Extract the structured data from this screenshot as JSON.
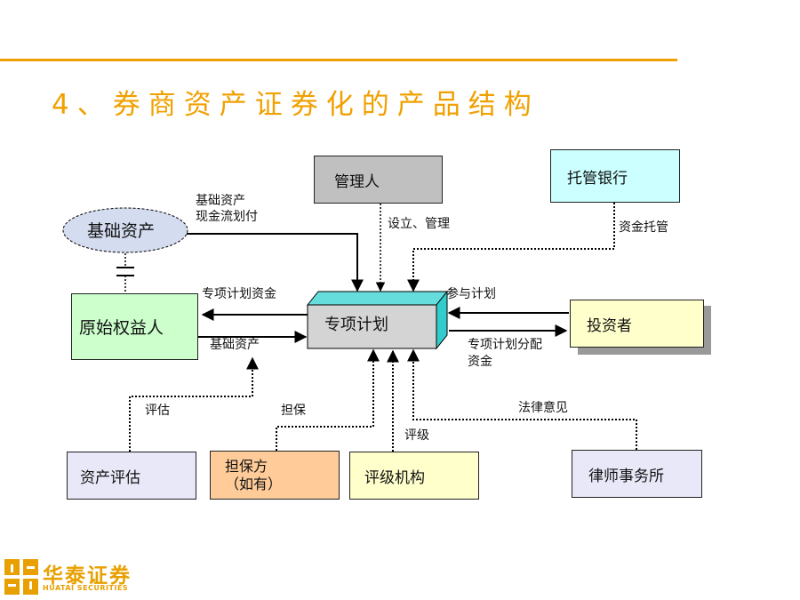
{
  "title": "4、券商资产证券化的产品结构",
  "nodes": {
    "manager": "管理人",
    "custodian_bank": "托管银行",
    "underlying_asset": "基础资产",
    "originator": "原始权益人",
    "special_plan": "专项计划",
    "investor": "投资者",
    "asset_appraisal": "资产评估",
    "guarantor_line1": "担保方",
    "guarantor_line2": "（如有）",
    "rating_agency": "评级机构",
    "law_firm": "律师事务所"
  },
  "edge_labels": {
    "cashflow_line1": "基础资产",
    "cashflow_line2": "现金流划付",
    "setup_manage": "设立、管理",
    "fund_custody": "资金托管",
    "plan_funds": "专项计划资金",
    "participate": "参与计划",
    "asset_transfer": "基础资产",
    "distribution_line1": "专项计划分配",
    "distribution_line2": "资金",
    "appraisal": "评估",
    "guarantee": "担保",
    "legal_opinion": "法律意见",
    "rating": "评级"
  },
  "colors": {
    "accent": "#f0a000",
    "manager_fill": "#c0c0c0",
    "custodian_fill": "#ccffff",
    "underlying_fill": "#d4dcf0",
    "originator_fill": "#ccffcc",
    "investor_fill": "#ffffcc",
    "appraisal_fill": "#e8e8f8",
    "guarantor_fill": "#ffcc99",
    "rating_fill": "#ffffcc",
    "law_fill": "#e8e8f8",
    "plan_front": "#d4d4d4",
    "plan_side": "#33cccc"
  },
  "logo": {
    "cn": "华泰证券",
    "en": "HUATAI SECURITIES"
  }
}
